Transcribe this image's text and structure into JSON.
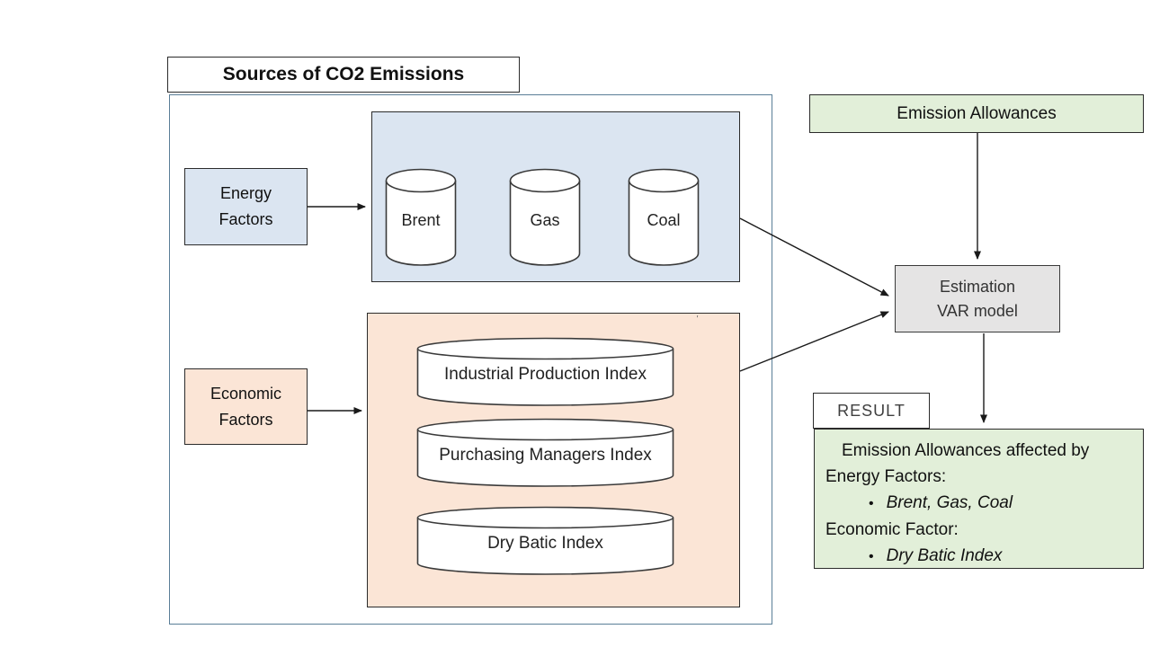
{
  "title": "Sources of CO2 Emissions",
  "energy": {
    "factor_label": "Energy\nFactors",
    "cylinders": [
      "Brent",
      "Gas",
      "Coal"
    ]
  },
  "economic": {
    "factor_label": "Economic\nFactors",
    "cylinders": [
      "Industrial Production Index",
      "Purchasing Managers Index",
      "Dry Batic Index"
    ]
  },
  "emission_allowances_label": "Emission Allowances",
  "var_model_label": "Estimation\nVAR model",
  "result": {
    "tab_label": "RESULT",
    "heading": "Emission Allowances affected by",
    "energy_heading": "Energy Factors:",
    "energy_items": "Brent, Gas, Coal",
    "economic_heading": "Economic Factor:",
    "economic_items": "Dry Batic Index",
    "bullet_char": "•"
  },
  "stray_mark": "'",
  "colors": {
    "energy_fill": "#dbe5f1",
    "economic_fill": "#fbe5d6",
    "result_fill": "#e2efd9",
    "var_fill": "#e5e4e4",
    "container_border": "#5a7e97",
    "box_border": "#2b2b2b",
    "arrow": "#1a1a1a"
  }
}
